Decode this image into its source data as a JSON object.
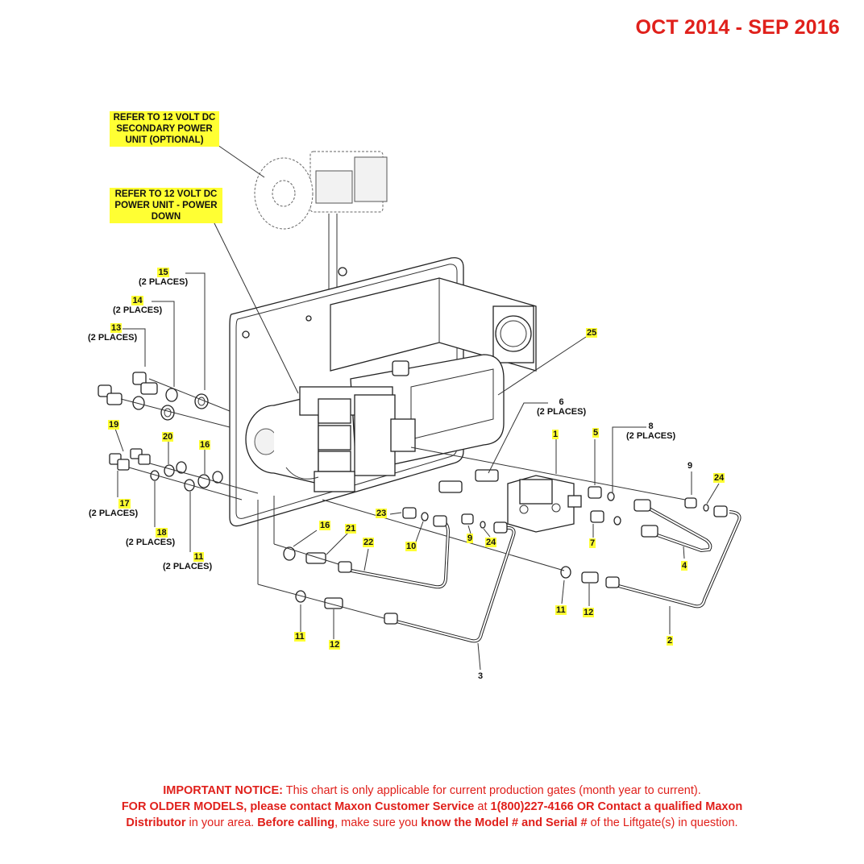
{
  "header": {
    "date_range": "OCT 2014 - SEP 2016"
  },
  "notes": {
    "secondary_power_unit": [
      "REFER TO 12 VOLT DC",
      "SECONDARY POWER",
      "UNIT (OPTIONAL)"
    ],
    "power_unit_down": [
      "REFER TO 12 VOLT DC",
      "POWER UNIT - POWER",
      "DOWN"
    ]
  },
  "callouts": [
    {
      "id": "c15",
      "num": "15",
      "sub": "(2 PLACES)"
    },
    {
      "id": "c14",
      "num": "14",
      "sub": "(2 PLACES)"
    },
    {
      "id": "c13",
      "num": "13",
      "sub": "(2 PLACES)"
    },
    {
      "id": "c25",
      "num": "25",
      "sub": ""
    },
    {
      "id": "c6",
      "num": "6",
      "sub": "(2 PLACES)"
    },
    {
      "id": "c8",
      "num": "8",
      "sub": "(2 PLACES)"
    },
    {
      "id": "c1",
      "num": "1",
      "sub": ""
    },
    {
      "id": "c5",
      "num": "5",
      "sub": ""
    },
    {
      "id": "c19",
      "num": "19",
      "sub": ""
    },
    {
      "id": "c20",
      "num": "20",
      "sub": ""
    },
    {
      "id": "c16a",
      "num": "16",
      "sub": ""
    },
    {
      "id": "c9a",
      "num": "9",
      "sub": ""
    },
    {
      "id": "c24a",
      "num": "24",
      "sub": ""
    },
    {
      "id": "c17",
      "num": "17",
      "sub": "(2 PLACES)"
    },
    {
      "id": "c23",
      "num": "23",
      "sub": ""
    },
    {
      "id": "c7",
      "num": "7",
      "sub": ""
    },
    {
      "id": "c9b",
      "num": "9",
      "sub": ""
    },
    {
      "id": "c24b",
      "num": "24",
      "sub": ""
    },
    {
      "id": "c10",
      "num": "10",
      "sub": ""
    },
    {
      "id": "c18",
      "num": "18",
      "sub": "(2 PLACES)"
    },
    {
      "id": "c16b",
      "num": "16",
      "sub": ""
    },
    {
      "id": "c21",
      "num": "21",
      "sub": ""
    },
    {
      "id": "c22",
      "num": "22",
      "sub": ""
    },
    {
      "id": "c4",
      "num": "4",
      "sub": ""
    },
    {
      "id": "c11a",
      "num": "11",
      "sub": "(2 PLACES)"
    },
    {
      "id": "c11b",
      "num": "11",
      "sub": ""
    },
    {
      "id": "c12a",
      "num": "12",
      "sub": ""
    },
    {
      "id": "c2",
      "num": "2",
      "sub": ""
    },
    {
      "id": "c11c",
      "num": "11",
      "sub": ""
    },
    {
      "id": "c12b",
      "num": "12",
      "sub": ""
    },
    {
      "id": "c3",
      "num": "3",
      "sub": ""
    }
  ],
  "notice": {
    "line1_bold": "IMPORTANT NOTICE:",
    "line1_text": " This chart is only applicable for current production gates (month year to current).",
    "line2_bold_a": "FOR OLDER MODELS, please contact Maxon Customer Service",
    "line2_text_a": " at ",
    "line2_bold_b": "1(800)227-4166 OR Contact a qualified Maxon",
    "line3_bold_a": "Distributor",
    "line3_text_a": " in your area. ",
    "line3_bold_b": "Before calling",
    "line3_text_b": ", make sure you ",
    "line3_bold_c": "know the Model # and Serial #",
    "line3_text_c": " of the Liftgate(s) in question."
  }
}
